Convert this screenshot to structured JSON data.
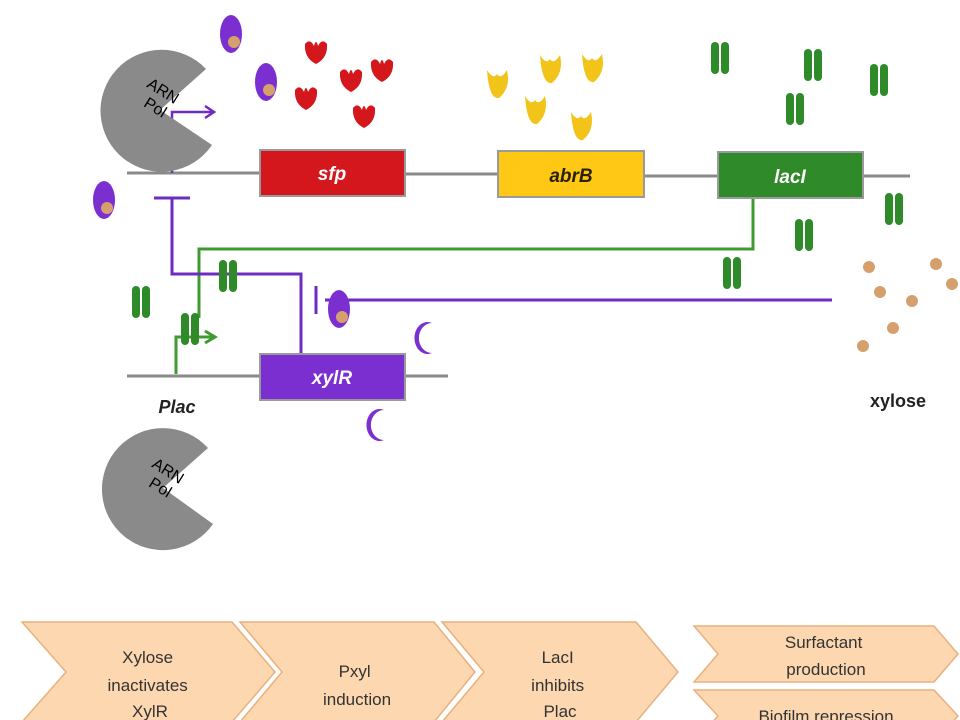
{
  "genes": {
    "sfp": "sfp",
    "abrb": "abrB",
    "laci": "lacI",
    "xylr": "xylR"
  },
  "promoter_label": "Plac",
  "xylose_label": "xylose",
  "polymerase": {
    "line1": "ARN",
    "line2": "Pol"
  },
  "steps": [
    {
      "lines": [
        "Xylose",
        "inactivates",
        "XylR"
      ]
    },
    {
      "lines": [
        "Pxyl",
        "induction"
      ]
    },
    {
      "lines": [
        "LacI",
        "inhibits",
        "Plac"
      ]
    },
    {
      "lines": [
        "Surfactant",
        "production"
      ]
    },
    {
      "lines": [
        "Biofilm repression"
      ]
    }
  ],
  "colors": {
    "sfp": "#d4171c",
    "abrb": "#ffc814",
    "laci": "#2f8a2a",
    "xylr": "#7b2fd0",
    "polymerase": "#8a8a8a",
    "xylose_dot": "#d6a06e",
    "green_line": "#3f9a31",
    "purple_line": "#6f2cc0",
    "chevron_fill": "#fcd7b0",
    "chevron_stroke": "#e8b07f"
  }
}
